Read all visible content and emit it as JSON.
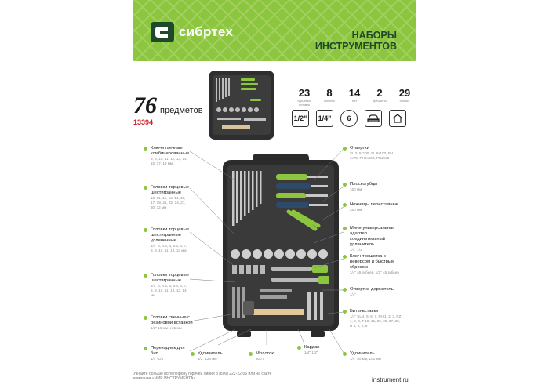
{
  "brand": {
    "name": "сибртех"
  },
  "header": {
    "title_line1": "НАБОРЫ",
    "title_line2": "ИНСТРУМЕНТОВ"
  },
  "product": {
    "count": "76",
    "count_label": "предметов",
    "article": "13394"
  },
  "specs": [
    {
      "value": "23",
      "label": "торцевых головок"
    },
    {
      "value": "8",
      "label": "ключей"
    },
    {
      "value": "14",
      "label": "бит"
    },
    {
      "value": "2",
      "label": "трещотки"
    },
    {
      "value": "29",
      "label": "прочих"
    }
  ],
  "badges": [
    "1/2\"",
    "1/4\"",
    "6"
  ],
  "callouts_left": [
    {
      "title": "Ключи гаечные комбинированные",
      "text": "8, 9, 10, 11, 12, 13, 14, 15, 17, 19 мм"
    },
    {
      "title": "Головки торцевые шестигранные",
      "text": "10, 11, 12, 13, 14, 15, 17, 19, 21, 22, 24, 27, 30, 32 мм"
    },
    {
      "title": "Головки торцевые шестигранные удлиненные",
      "text": "1/4\" 4, 4.5, 5, 5.5, 6, 7, 8, 9, 10, 11, 12, 13 мм"
    },
    {
      "title": "Головки торцевые шестигранные",
      "text": "1/4\" 4, 4.5, 5, 5.5, 6, 7, 8, 9, 10, 11, 12, 13, 14 мм"
    },
    {
      "title": "Головки свечные с резиновой вставкой",
      "text": "1/2\" 16 мм и 21 мм"
    },
    {
      "title": "Переходник для бит",
      "text": "1/4\"-1/4\""
    }
  ],
  "callouts_bottom": [
    {
      "title": "Удлинитель",
      "text": "1/2\" 125 мм"
    },
    {
      "title": "Молоток",
      "text": "300 г"
    },
    {
      "title": "Кардан",
      "text": "1/4\" 1/2\""
    }
  ],
  "callouts_right": [
    {
      "title": "Отвертки",
      "text": "SL 3, 5x100, SL 6x100, PH 1x75, PH2x100, PH2x38"
    },
    {
      "title": "Плоскогубцы",
      "text": "160 мм"
    },
    {
      "title": "Ножницы переставные",
      "text": "250 мм"
    },
    {
      "title": "Мини-универсальная адаптер соединительный удлинитель",
      "text": "1/4\" 1/2\""
    },
    {
      "title": "Ключ-трещотка с реверсом и быстрым сбросом",
      "text": "1/4\" 45 зубьев, 1/2\" 45 зубьев"
    },
    {
      "title": "Отвертка-держатель",
      "text": "1/4\""
    },
    {
      "title": "Биты-вставки",
      "text": "1/4\" SL 4, 5, 6, 7, PH 1, 2, 3, PZ 1, 2, 3, T 10, 15, 20, 25, 27, 30, H 4, 5, 6, 8"
    },
    {
      "title": "Удлинитель",
      "text": "1/4\" 50 мм, 100 мм"
    }
  ],
  "footer": {
    "text": "Узнайте больше по телефону горячей линии 8 (800) 222-22-06 или на сайте компании «МИР ИНСТРУМЕНТА»",
    "url": "instrument.ru"
  },
  "colors": {
    "brand_green": "#8cc63e",
    "dark_green": "#1e4a2a",
    "article_red": "#d0202a",
    "case_black": "#2b2b2b"
  }
}
